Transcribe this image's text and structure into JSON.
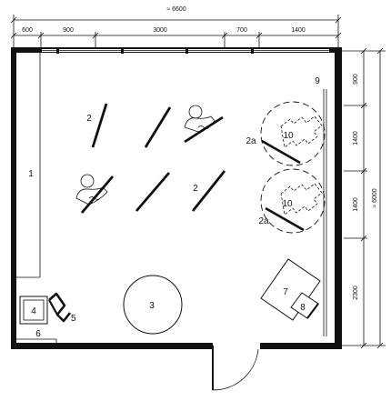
{
  "dimensions": {
    "top_total": "≈ 6600",
    "top_segments": [
      "600",
      "900",
      "3000",
      "700",
      "1400"
    ],
    "right_total": "≈ 6000",
    "right_segments": [
      ".900",
      "1400",
      "1400",
      "2300"
    ]
  },
  "labels": {
    "n1": "1",
    "n2a": "2",
    "n2b": "2",
    "n2a_label_1": "2a",
    "n2a_label_2": "2a",
    "n3": "3",
    "n4": "4",
    "n5": "5",
    "n6": "6",
    "n7": "7",
    "n8": "8",
    "n9": "9",
    "n10a": "10",
    "n10b": "10"
  }
}
